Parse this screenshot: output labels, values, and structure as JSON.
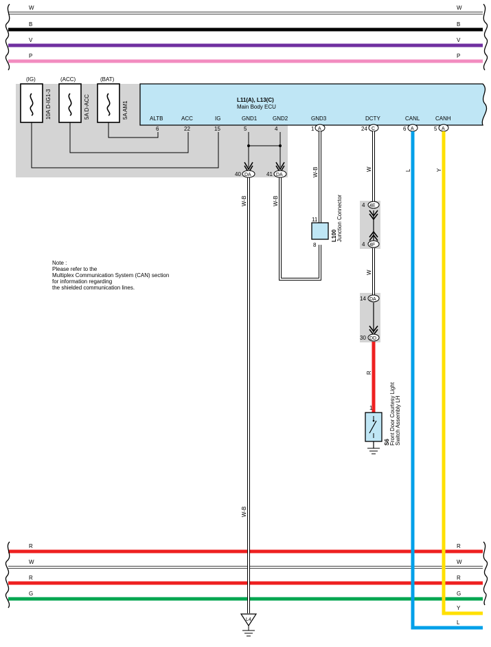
{
  "buses_top": [
    {
      "label": "W",
      "color": "#ffffff"
    },
    {
      "label": "B",
      "color": "#000000"
    },
    {
      "label": "V",
      "color": "#7030a0"
    },
    {
      "label": "P",
      "color": "#f28cc0"
    }
  ],
  "buses_bottom": [
    {
      "label": "R",
      "color": "#ee2020"
    },
    {
      "label": "W",
      "color": "#ffffff"
    },
    {
      "label": "R",
      "color": "#ee2020"
    },
    {
      "label": "G",
      "color": "#00a650"
    }
  ],
  "fuses": [
    {
      "source": "(IG)",
      "rating": "10A D-IG1-3"
    },
    {
      "source": "(ACC)",
      "rating": "5A D-ACC"
    },
    {
      "source": "(BAT)",
      "rating": "5A AM1"
    }
  ],
  "ecu": {
    "code": "L11(A), L13(C)",
    "name": "Main Body ECU",
    "pins": [
      {
        "name": "ALTB",
        "pin": "6",
        "connector": ""
      },
      {
        "name": "ACC",
        "pin": "22",
        "connector": ""
      },
      {
        "name": "IG",
        "pin": "15",
        "connector": ""
      },
      {
        "name": "GND1",
        "pin": "5",
        "connector": ""
      },
      {
        "name": "GND2",
        "pin": "4",
        "connector": ""
      },
      {
        "name": "GND3",
        "pin": "1",
        "connector": "A"
      },
      {
        "name": "DCTY",
        "pin": "24",
        "connector": "C"
      },
      {
        "name": "CANL",
        "pin": "6",
        "connector": "A"
      },
      {
        "name": "CANH",
        "pin": "5",
        "connector": "A"
      }
    ]
  },
  "junction_da": [
    {
      "pin": "40",
      "connector": "DA"
    },
    {
      "pin": "41",
      "connector": "DA"
    }
  ],
  "junction_connector": {
    "code": "L100",
    "name": "Junction Connector",
    "pin_top": "11",
    "pin_bottom": "8"
  },
  "connector_4e": {
    "pin": "4",
    "connector": "4E"
  },
  "connector_4f": {
    "pin": "4",
    "connector": "4F"
  },
  "connector_14da": {
    "pin": "14",
    "connector": "DA"
  },
  "connector_30dd": {
    "pin": "30",
    "connector": "DD"
  },
  "switch": {
    "code": "S6",
    "name_line1": "Front Door Courtesy Light",
    "name_line2": "Switch Assembly LH",
    "pin": "1"
  },
  "ground_label": "L4",
  "wire_labels": {
    "wb": "W-B",
    "w": "W",
    "r": "R",
    "l": "L",
    "y": "Y"
  },
  "can_outputs": [
    {
      "label": "Y",
      "color": "#ffe000"
    },
    {
      "label": "L",
      "color": "#00a0e9"
    }
  ],
  "note": {
    "title": "Note :",
    "lines": [
      "Please refer to the",
      "Multiplex Communication System (CAN) section",
      "for information regarding",
      "the shielded communication lines."
    ]
  },
  "colors": {
    "ecu_fill": "#bfe6f5",
    "shade": "#d4d4d4",
    "can_l": "#00a0e9",
    "can_h": "#ffe000",
    "red": "#ee2020"
  }
}
